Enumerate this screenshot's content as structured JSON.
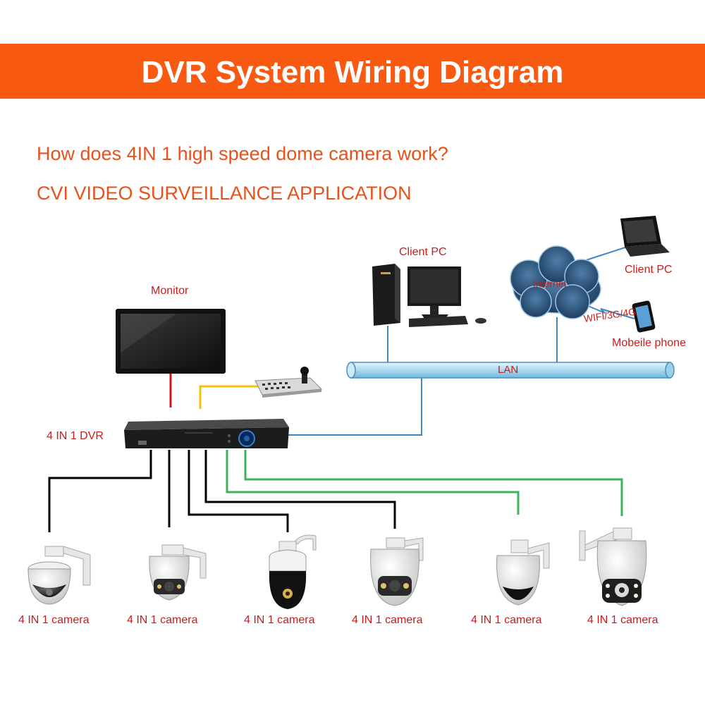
{
  "header": {
    "title": "DVR System Wiring Diagram"
  },
  "subtitles": {
    "question": "How does 4IN 1 high speed dome camera work?",
    "application": "CVI VIDEO SURVEILLANCE APPLICATION"
  },
  "labels": {
    "monitor": "Monitor",
    "client_pc_desktop": "Client PC",
    "client_pc_laptop": "Client PC",
    "internet": "Internet",
    "wireless": "WIFI/3G/4G",
    "mobile_phone": "Mobeile phone",
    "lan": "LAN",
    "dvr": "4 IN 1 DVR"
  },
  "cameras": [
    {
      "label": "4 IN 1 camera"
    },
    {
      "label": "4 IN 1 camera"
    },
    {
      "label": "4 IN 1 camera"
    },
    {
      "label": "4 IN 1 camera"
    },
    {
      "label": "4 IN 1 camera"
    },
    {
      "label": "4 IN 1 camera"
    }
  ],
  "colors": {
    "banner": "#f75a10",
    "subtitle": "#e8521a",
    "label_red": "#cc1b1b",
    "wire_black": "#000000",
    "wire_green": "#3cb35a",
    "wire_blue": "#3f86c4",
    "wire_red": "#d01818",
    "wire_yellow": "#f2c400",
    "cloud": "#2f5c86",
    "lan_pipe": "#a9d8ef"
  }
}
